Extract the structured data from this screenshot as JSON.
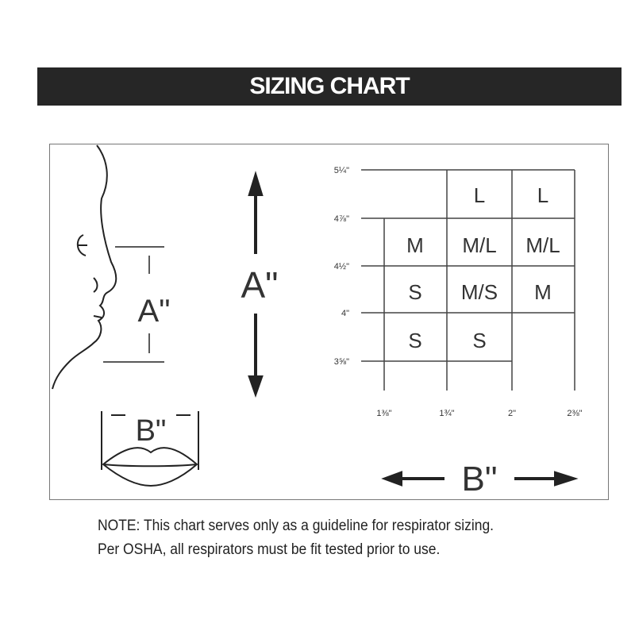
{
  "title": "SIZING CHART",
  "diagram": {
    "face_label": "A\"",
    "arrow_label": "A\"",
    "lips_label": "B\"",
    "bottom_label": "B\""
  },
  "grid": {
    "y_ticks": [
      "5¼\"",
      "4⅞\"",
      "4½\"",
      "4\"",
      "3⅝\""
    ],
    "x_ticks": [
      "1⅜\"",
      "1¾\"",
      "2\"",
      "2⅜\""
    ],
    "cells": [
      {
        "row": 0,
        "col": 1,
        "label": "L"
      },
      {
        "row": 0,
        "col": 2,
        "label": "L"
      },
      {
        "row": 1,
        "col": 0,
        "label": "M"
      },
      {
        "row": 1,
        "col": 1,
        "label": "M/L"
      },
      {
        "row": 1,
        "col": 2,
        "label": "M/L"
      },
      {
        "row": 2,
        "col": 0,
        "label": "S"
      },
      {
        "row": 2,
        "col": 1,
        "label": "M/S"
      },
      {
        "row": 2,
        "col": 2,
        "label": "M"
      },
      {
        "row": 3,
        "col": 0,
        "label": "S"
      },
      {
        "row": 3,
        "col": 1,
        "label": "S"
      }
    ]
  },
  "note": {
    "line1": "NOTE: This chart serves only as a guideline for respirator sizing.",
    "line2": "Per OSHA, all respirators must be fit tested prior to use."
  }
}
